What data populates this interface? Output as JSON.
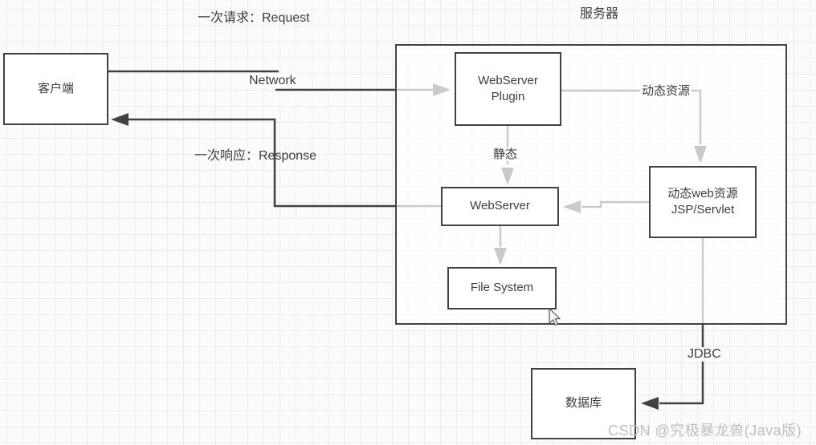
{
  "diagram": {
    "nodes": {
      "client": {
        "label": "客户端"
      },
      "server_group": {
        "title": "服务器"
      },
      "webserver_plugin": {
        "line1": "WebServer",
        "line2": "Plugin"
      },
      "webserver": {
        "label": "WebServer"
      },
      "file_system": {
        "label": "File System"
      },
      "dynamic_web": {
        "line1": "动态web资源",
        "line2": "JSP/Servlet"
      },
      "database": {
        "label": "数据库"
      }
    },
    "labels": {
      "request": "一次请求：Request",
      "network": "Network",
      "response": "一次响应：Response",
      "static_res": "静态",
      "dynamic_res": "动态资源",
      "jdbc": "JDBC"
    },
    "watermark": "CSDN @究极暴龙兽(Java版)",
    "colors": {
      "line": "#424242",
      "text": "#3d3d3d",
      "node_fill": "#ffffff",
      "grid": "#ededf1",
      "watermark": "#bfbfbf"
    }
  }
}
